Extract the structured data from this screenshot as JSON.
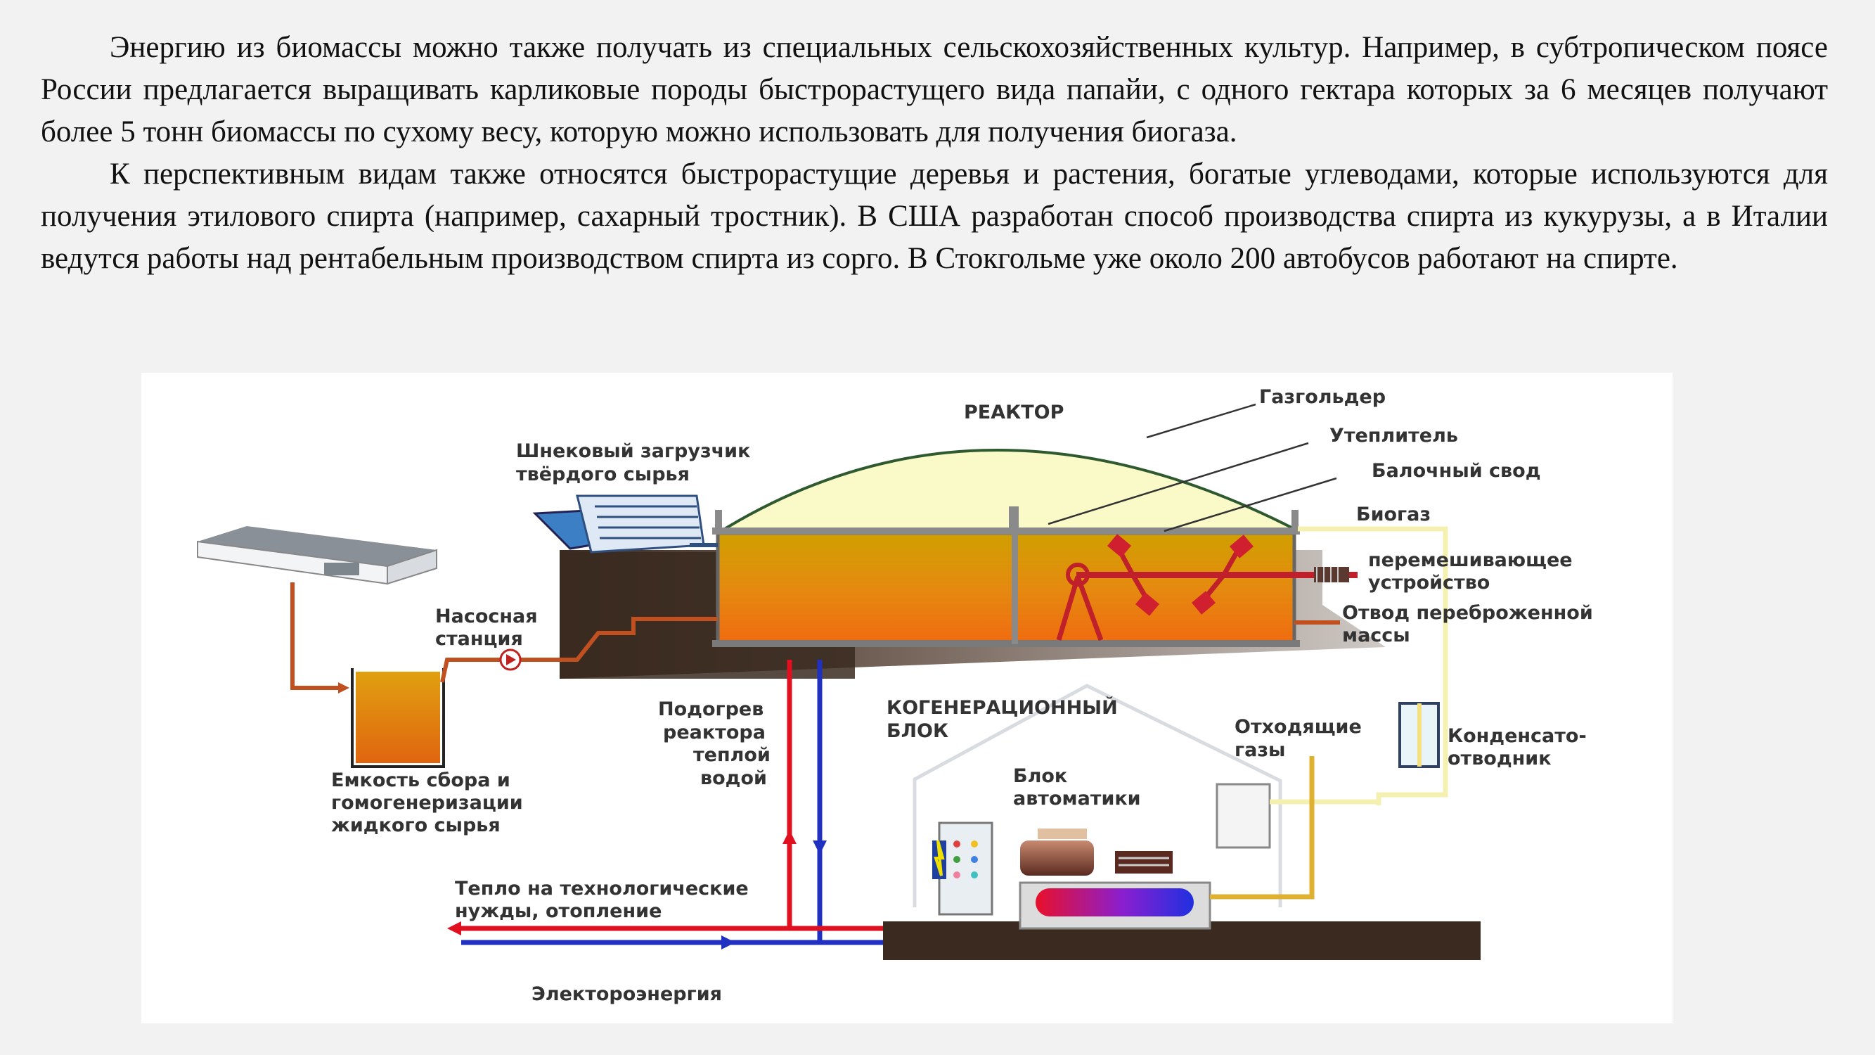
{
  "paragraphs": [
    "Энергию из биомассы можно также получать из специальных сельскохозяйственных культур. Например, в субтропическом поясе России предлагается выращивать карликовые породы быстрорастущего вида папайи, с одного гектара которых за 6 месяцев получают более 5 тонн биомассы по сухому весу, которую можно использовать для получения биогаза.",
    "К перспективным видам также относятся быстрорастущие деревья и растения, богатые углеводами, которые используются для получения этилового спирта (например, сахарный тростник). В США разработан способ производства спирта из кукурузы, а в Италии ведутся работы над рентабельным производством спирта из сорго. В Стокгольме уже около 200 автобусов работают на спирте."
  ],
  "diagram": {
    "reactor": "РЕАКТОР",
    "gasholder": "Газгольдер",
    "insulation": "Утеплитель",
    "beam_vault": "Балочный свод",
    "biogas": "Биогаз",
    "mixer_line1": "перемешивающее",
    "mixer_line2": "устройство",
    "screw_loader_line1": "Шнековый загрузчик",
    "screw_loader_line2": "твёрдого сырья",
    "pump_line1": "Насосная",
    "pump_line2": "станция",
    "outlet_line1": "Отвод переброженной",
    "outlet_line2": "массы",
    "heating_line1": "Подогрев",
    "heating_line2": "реактора",
    "heating_line3": "теплой",
    "heating_line4": "водой",
    "cogen_line1": "КОГЕНЕРАЦИОННЫЙ",
    "cogen_line2": "БЛОК",
    "exhaust_line1": "Отходящие",
    "exhaust_line2": "газы",
    "condensate_line1": "Конденсато-",
    "condensate_line2": "отводник",
    "automation_line1": "Блок",
    "automation_line2": "автоматики",
    "tank_line1": "Емкость сбора и",
    "tank_line2": "гомогенеризации",
    "tank_line3": "жидкого сырья",
    "process_heat_line1": "Тепло на технологические",
    "process_heat_line2": "нужды, отопление",
    "electricity": "Электороэнергия"
  }
}
